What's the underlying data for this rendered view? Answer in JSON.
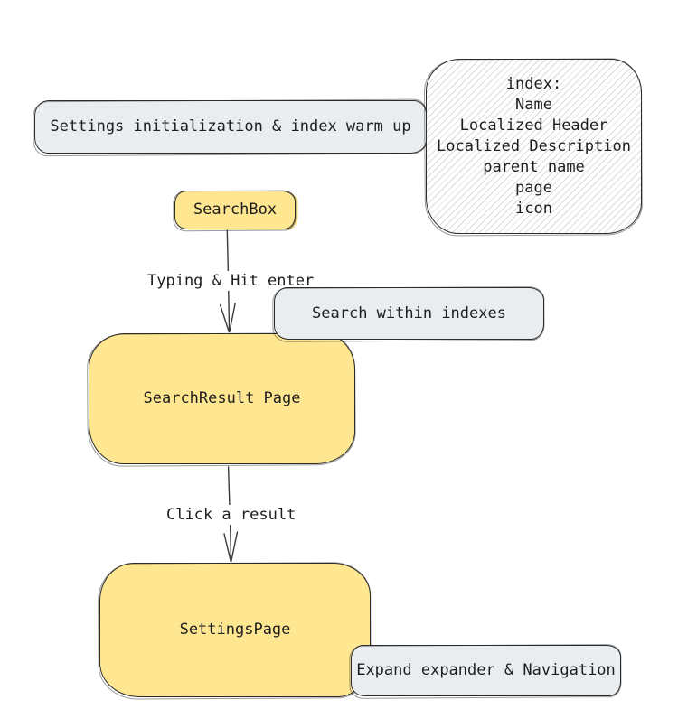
{
  "diagram": {
    "colors": {
      "node_yellow": "#ffe791",
      "node_gray": "#e9edf0",
      "stroke": "#2b2b2b",
      "hatch_line": "#d8dbdd",
      "arrow": "#3a3a3a",
      "text": "#1e1e1e"
    },
    "nodes": {
      "settings_init": {
        "label": "Settings initialization & index warm up",
        "fill": "gray"
      },
      "index_note": {
        "fill": "white-hatched",
        "lines": [
          "index:",
          "Name",
          "Localized Header",
          "Localized Description",
          "parent name",
          "page",
          "icon"
        ]
      },
      "searchbox": {
        "label": "SearchBox",
        "fill": "yellow"
      },
      "search_within": {
        "label": "Search within indexes",
        "fill": "gray"
      },
      "searchresult_page": {
        "label": "SearchResult Page",
        "fill": "yellow"
      },
      "settings_page": {
        "label": "SettingsPage",
        "fill": "yellow"
      },
      "expand_nav": {
        "label": "Expand expander & Navigation",
        "fill": "gray"
      }
    },
    "edges": [
      {
        "from": "searchbox",
        "to": "searchresult_page",
        "label": "Typing & Hit enter"
      },
      {
        "from": "searchresult_page",
        "to": "settings_page",
        "label": "Click a result"
      }
    ]
  }
}
